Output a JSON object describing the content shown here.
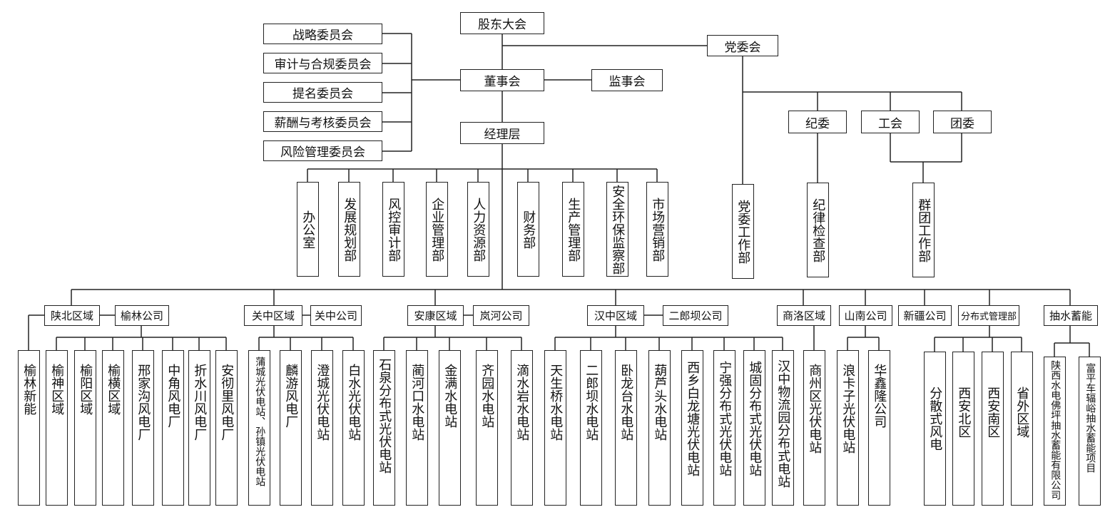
{
  "top": {
    "shareholders": "股东大会",
    "party_committee": "党委会",
    "board": "董事会",
    "supervisory_board": "监事会",
    "management": "经理层"
  },
  "committees": [
    "战略委员会",
    "审计与合规委员会",
    "提名委员会",
    "薪酬与考核委员会",
    "风险管理委员会"
  ],
  "party_units": {
    "discipline": "纪委",
    "union": "工会",
    "youth_league": "团委",
    "party_work_dept": "党委工作部",
    "discipline_dept": "纪律检查部",
    "mass_org_dept": "群团工作部"
  },
  "departments": [
    "办公室",
    "发展规划部",
    "风控审计部",
    "企业管理部",
    "人力资源部",
    "财务部",
    "生产管理部",
    "安全环保监察部",
    "市场营销部"
  ],
  "regions": {
    "shaanbei": {
      "label": "陕北区域",
      "company": "榆林公司",
      "direct_unit": "榆林新能",
      "units": [
        "榆神区域",
        "榆阳区域",
        "榆横区域",
        "邢家沟风电厂",
        "中角风电厂",
        "折水川风电厂",
        "安彻里风电厂"
      ]
    },
    "guanzhong": {
      "label": "关中区域",
      "company": "关中公司",
      "units": [
        "蒲城光伏电站、孙镇光伏电站",
        "麟游风电厂",
        "澄城光伏电站",
        "白水光伏电站"
      ]
    },
    "ankang": {
      "label": "安康区域",
      "company": "岚河公司",
      "units": [
        "石泉分布式光伏电站",
        "蔺河口水电站",
        "金满水电站",
        "齐园水电站",
        "滴水岩水电站"
      ]
    },
    "hanzhong": {
      "label": "汉中区域",
      "company": "二郎坝公司",
      "units": [
        "天生桥水电站",
        "二郎坝水电站",
        "卧龙台水电站",
        "葫芦头水电站",
        "西乡白龙塘光伏电站",
        "宁强分布式光伏电站",
        "城固分布式光伏电站",
        "汉中物流园分布式电站"
      ]
    },
    "shangluo": {
      "label": "商洛区域",
      "units": [
        "商州区光伏电站"
      ]
    },
    "shannan": {
      "label": "山南公司",
      "units": [
        "浪卡子光伏电站",
        "华鑫隆公司"
      ]
    },
    "xinjiang": {
      "label": "新疆公司"
    },
    "distributed": {
      "label": "分布式管理部",
      "units": [
        "分散式风电",
        "西安北区",
        "西安南区",
        "省外区域"
      ]
    },
    "pumped": {
      "label": "抽水蓄能",
      "units": [
        "陕西水电佛坪抽水蓄能有限公司",
        "富平车辐峪抽水蓄能项目"
      ]
    }
  }
}
